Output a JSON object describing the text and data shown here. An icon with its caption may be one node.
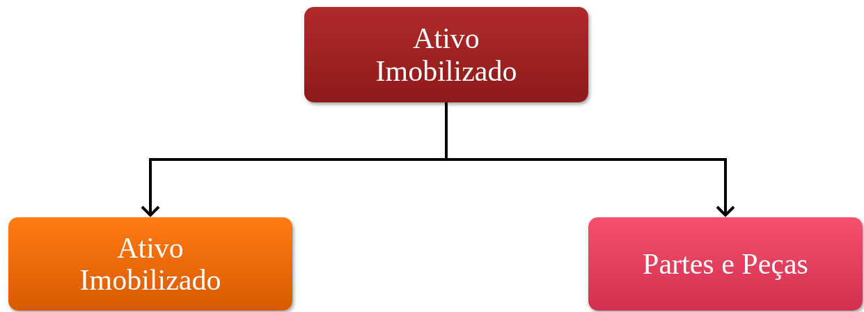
{
  "diagram": {
    "nodes": [
      {
        "text": [
          "Ativo Imobilizado"
        ]
      },
      {
        "text": [
          "Ativo Imobilizado"
        ]
      },
      {
        "text": [
          "Partes e Peças"
        ]
      }
    ],
    "edges": [
      {
        "from": 0,
        "to": 1,
        "arrow": "to"
      },
      {
        "from": 0,
        "to": 2,
        "arrow": "to"
      }
    ]
  }
}
